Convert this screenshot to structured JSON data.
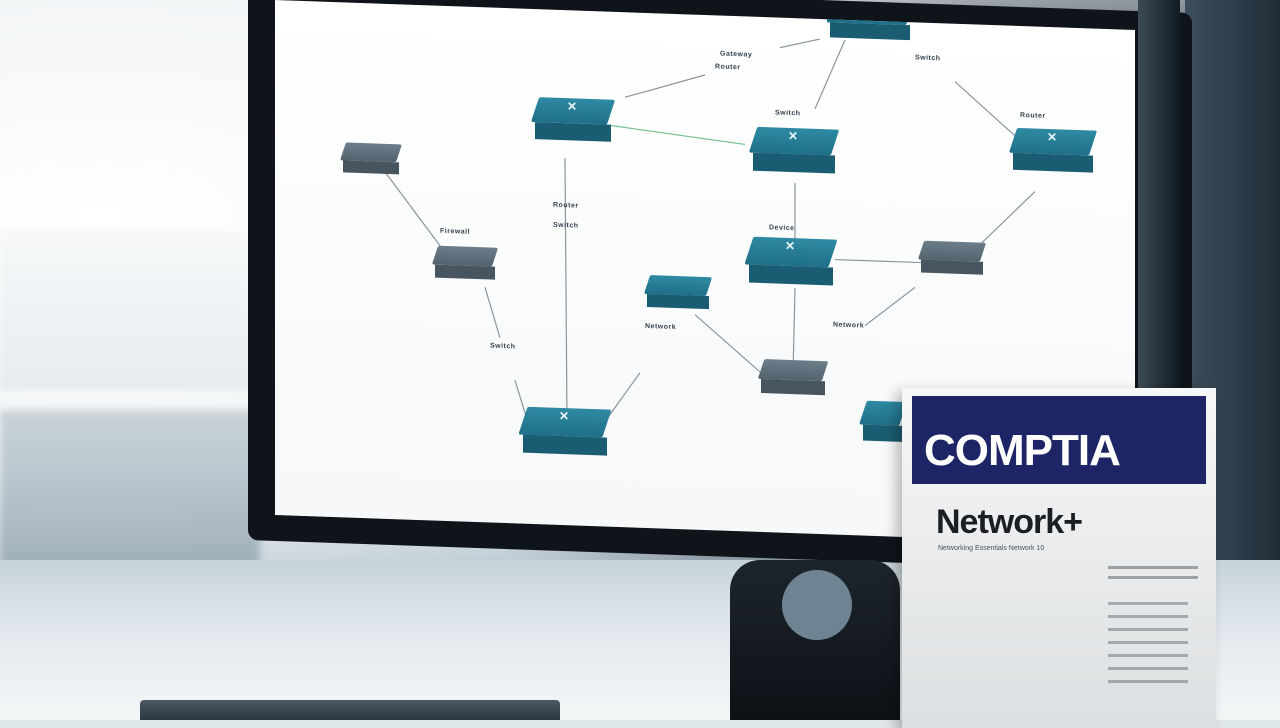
{
  "book": {
    "brand": "COMPTIA",
    "title": "Network+",
    "subtitle": "Networking  Essentials  Network  10"
  },
  "diagram": {
    "labels": [
      "Gateway",
      "Switch",
      "Switch",
      "Router",
      "Firewall",
      "Router",
      "Device",
      "Network",
      "Network",
      "Switch",
      "Router",
      "Switch"
    ],
    "devices": [
      {
        "name": "switch",
        "color": "teal"
      },
      {
        "name": "switch",
        "color": "teal"
      },
      {
        "name": "switch",
        "color": "teal"
      },
      {
        "name": "switch",
        "color": "teal"
      },
      {
        "name": "switch",
        "color": "teal"
      },
      {
        "name": "switch",
        "color": "teal"
      },
      {
        "name": "switch",
        "color": "teal"
      },
      {
        "name": "switch",
        "color": "teal"
      },
      {
        "name": "switch",
        "color": "gray"
      },
      {
        "name": "switch",
        "color": "gray"
      },
      {
        "name": "switch",
        "color": "gray"
      },
      {
        "name": "switch",
        "color": "gray"
      }
    ],
    "accent_color": "#1f6f88",
    "link_color": "#8a969e"
  }
}
